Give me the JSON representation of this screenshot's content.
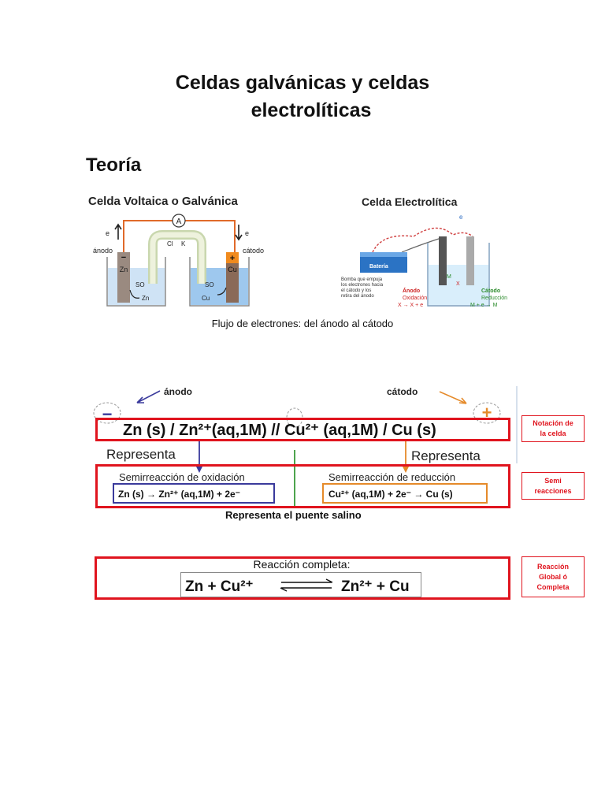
{
  "title": {
    "line1": "Celdas galvánicas y celdas",
    "line2": "electrolíticas"
  },
  "section": {
    "heading": "Teoría"
  },
  "galvanic": {
    "heading": "Celda Voltaica o Galvánica",
    "ammeter": "A",
    "electron_left": "e",
    "electron_right": "e",
    "anode_label": "ánodo",
    "cathode_label": "cátodo",
    "minus": "−",
    "plus": "+",
    "zn_electrode": "Zn",
    "cu_electrode": "Cu",
    "bridge_cl": "Cl",
    "bridge_k": "K",
    "so4_left": "SO",
    "so4_right": "SO",
    "zn_ion": "Zn",
    "cu_ion": "Cu"
  },
  "electrolytic": {
    "heading": "Celda Electrolítica",
    "battery": "Batería",
    "pump_text": [
      "Bomba que empuja",
      "los electrones hacia",
      "el cátodo  y  los",
      "retira del ánodo"
    ],
    "anode": "Ánodo",
    "oxidation": "Oxidación",
    "ox_eq": "X  →  X + e",
    "cathode": "Cátodo",
    "reduction": "Reducción",
    "red_eq": "M + e  →  M",
    "m_ion": "M",
    "x_ion": "X",
    "e_label": "e"
  },
  "caption": "Flujo de electrones: del ánodo al cátodo",
  "notation": {
    "anode": "ánodo",
    "cathode": "cátodo",
    "minus": "−",
    "plus": "+",
    "cell": "Zn (s) / Zn²⁺(aq,1M)  //  Cu²⁺ (aq,1M)  / Cu (s)",
    "represents_left": "Representa",
    "represents_right": "Representa",
    "ox_title": "Semirreacción  de oxidación",
    "ox_eq": "Zn (s)  →  Zn²⁺ (aq,1M) + 2e⁻",
    "red_title": "Semirreacción  de reducción",
    "red_eq": "Cu²⁺ (aq,1M) + 2e⁻  →    Cu (s)",
    "bridge": "Representa el puente salino"
  },
  "reaction": {
    "label": "Reacción completa:",
    "left": "Zn  + Cu²⁺",
    "right": "Zn²⁺ + Cu"
  },
  "side_notes": {
    "notation": "Notación de\nla celda",
    "semi": "Semi\nreacciones",
    "global": "Reacción\nGlobal ó\nCompleta"
  },
  "colors": {
    "accent_red": "#e0141e",
    "oxidation_blue": "#3a3a9c",
    "reduction_orange": "#e58a2a",
    "bridge_green": "#3a9a3a"
  }
}
